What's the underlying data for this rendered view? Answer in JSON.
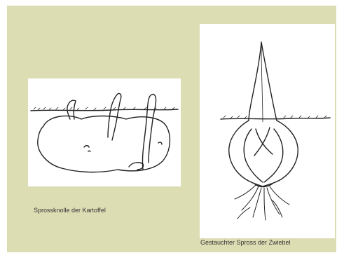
{
  "figures": [
    {
      "id": "potato",
      "caption": "Sprossknolle der Kartoffel"
    },
    {
      "id": "onion",
      "caption": "Gestauchter Spross der Zwiebel"
    }
  ],
  "colors": {
    "background": "#ddddb4",
    "panel": "#ffffff",
    "ink": "#222222"
  }
}
